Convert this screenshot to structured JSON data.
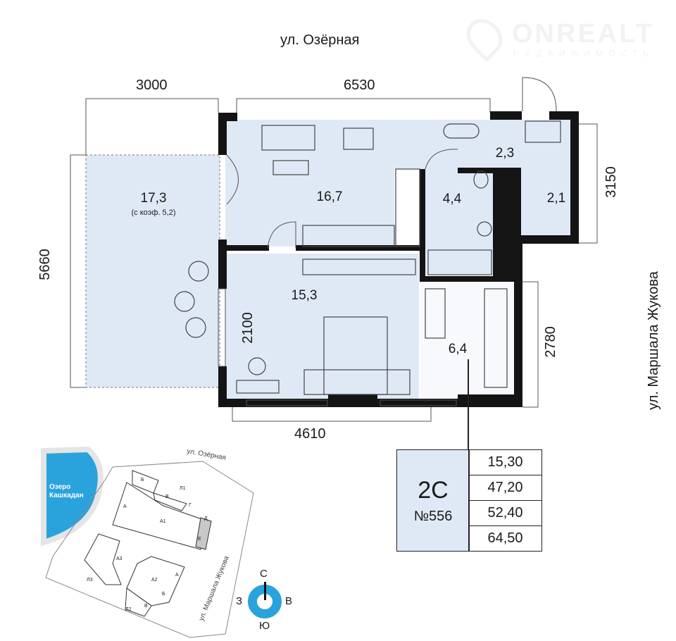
{
  "logo": {
    "name": "ONREALT",
    "tagline": "НЕДВИЖИМОСТЬ"
  },
  "streets": {
    "top": "ул. Озёрная",
    "right": "ул. Маршала Жукова"
  },
  "dimensions": {
    "balcony_width": "3000",
    "main_width": "6530",
    "wc_depth": "3150",
    "height_left": "5660",
    "window": "2100",
    "closet_depth": "2780",
    "bedroom_width": "4610"
  },
  "rooms": {
    "loggia": "17,3",
    "loggia_note": "(с коэф. 5,2)",
    "living": "16,7",
    "bath_small": "2,3",
    "closet_small": "2,1",
    "bathroom": "4,4",
    "bedroom": "15,3",
    "dressing": "6,4"
  },
  "info": {
    "type": "2С",
    "number": "№556",
    "areas": [
      "15,30",
      "47,20",
      "52,40",
      "64,50"
    ]
  },
  "siteplan": {
    "lake": "Озеро Кашкадан",
    "street_top": "ул. Озёрная",
    "street_right": "ул. Маршала Жукова",
    "sections": [
      "Б",
      "Л1",
      "В",
      "Г",
      "Д",
      "А",
      "А1",
      "Е",
      "А3",
      "Л3",
      "А2",
      "А",
      "Б",
      "В",
      "Л2"
    ]
  },
  "compass": {
    "n": "С",
    "s": "Ю",
    "w": "З",
    "e": "В"
  },
  "colors": {
    "room_fill": "#dfe9f6",
    "wall": "#141414",
    "accent": "#2aa3dc"
  }
}
